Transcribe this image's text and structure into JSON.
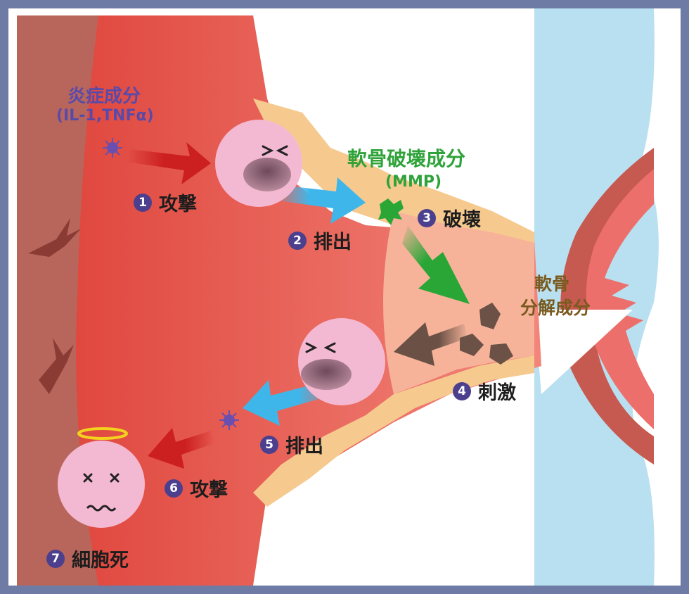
{
  "labels": {
    "inflammatory": "炎症成分",
    "inflammatory_sub": "(IL-1,TNFα)",
    "mmp": "軟骨破壊成分",
    "mmp_sub": "(MMP)",
    "fragments_line1": "軟骨",
    "fragments_line2": "分解成分"
  },
  "steps": [
    {
      "num": "1",
      "text": "攻撃"
    },
    {
      "num": "2",
      "text": "排出"
    },
    {
      "num": "3",
      "text": "破壊"
    },
    {
      "num": "4",
      "text": "刺激"
    },
    {
      "num": "5",
      "text": "排出"
    },
    {
      "num": "6",
      "text": "攻撃"
    },
    {
      "num": "7",
      "text": "細胞死"
    }
  ],
  "colors": {
    "frame": "#6e7ba4",
    "synovium_outer": "#b8665c",
    "synovium": "#e2544f",
    "cartilage": "#f6c98f",
    "fluid": "#b9e0f0",
    "cell": "#f4b9d2",
    "inflammatory_text": "#5a4aa8",
    "mmp_text": "#2fa33a",
    "fragment_text": "#7a5a1e",
    "red_arrow": "#cc1f1f",
    "blue_arrow": "#3fb6ea",
    "green_arrow": "#2aa637",
    "brown_arrow": "#6a5045"
  }
}
